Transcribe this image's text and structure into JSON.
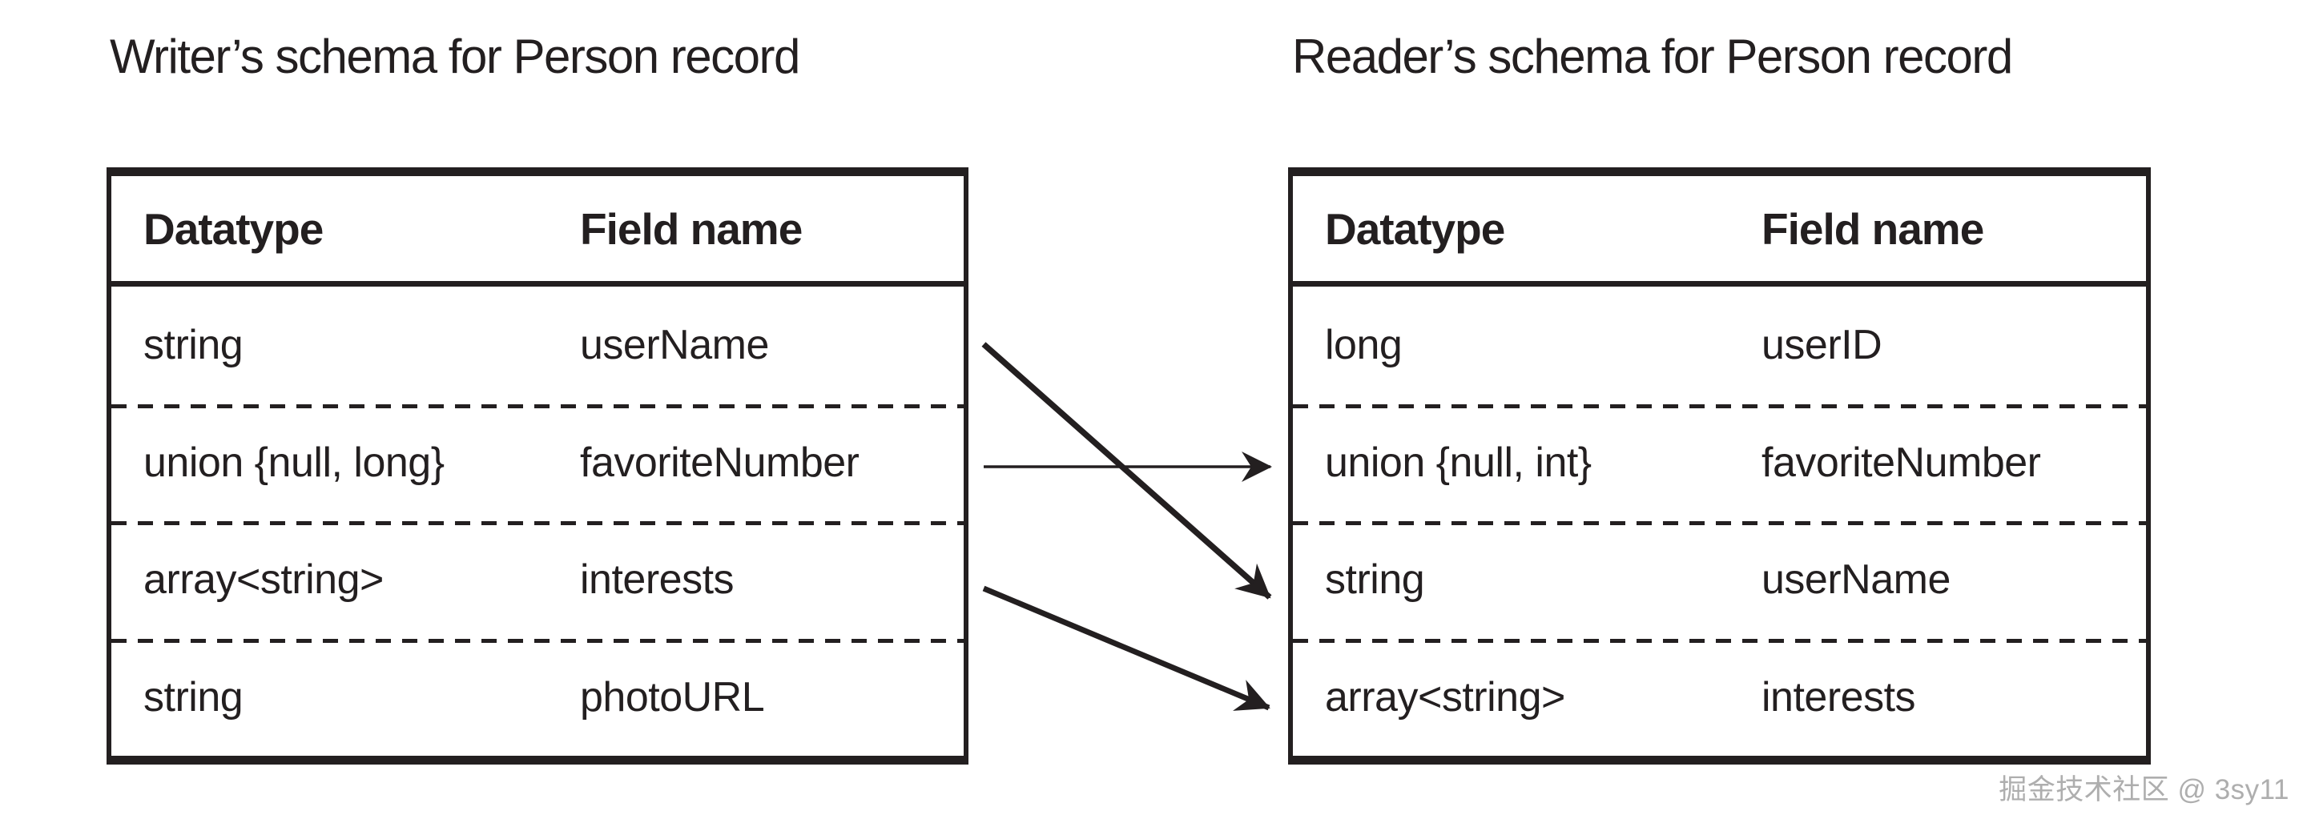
{
  "colors": {
    "ink": "#231f20",
    "background": "#ffffff",
    "watermark_gray": "#aeaeae"
  },
  "writer": {
    "title": "Writer’s schema for Person record",
    "headers": {
      "datatype": "Datatype",
      "field": "Field name"
    },
    "rows": [
      {
        "datatype": "string",
        "field": "userName"
      },
      {
        "datatype": "union {null, long}",
        "field": "favoriteNumber"
      },
      {
        "datatype": "array<string>",
        "field": "interests"
      },
      {
        "datatype": "string",
        "field": "photoURL"
      }
    ]
  },
  "reader": {
    "title": "Reader’s schema for Person record",
    "headers": {
      "datatype": "Datatype",
      "field": "Field name"
    },
    "rows": [
      {
        "datatype": "long",
        "field": "userID"
      },
      {
        "datatype": "union {null, int}",
        "field": "favoriteNumber"
      },
      {
        "datatype": "string",
        "field": "userName"
      },
      {
        "datatype": "array<string>",
        "field": "interests"
      }
    ]
  },
  "mappings": [
    {
      "from_field": "userName",
      "writer_row": 1,
      "to_field": "userName",
      "reader_row": 3,
      "line_weight": "thick"
    },
    {
      "from_field": "favoriteNumber",
      "writer_row": 2,
      "to_field": "favoriteNumber",
      "reader_row": 2,
      "line_weight": "thin"
    },
    {
      "from_field": "interests",
      "writer_row": 3,
      "to_field": "interests",
      "reader_row": 4,
      "line_weight": "thick"
    }
  ],
  "watermark": "掘金技术社区 @ 3sy11"
}
